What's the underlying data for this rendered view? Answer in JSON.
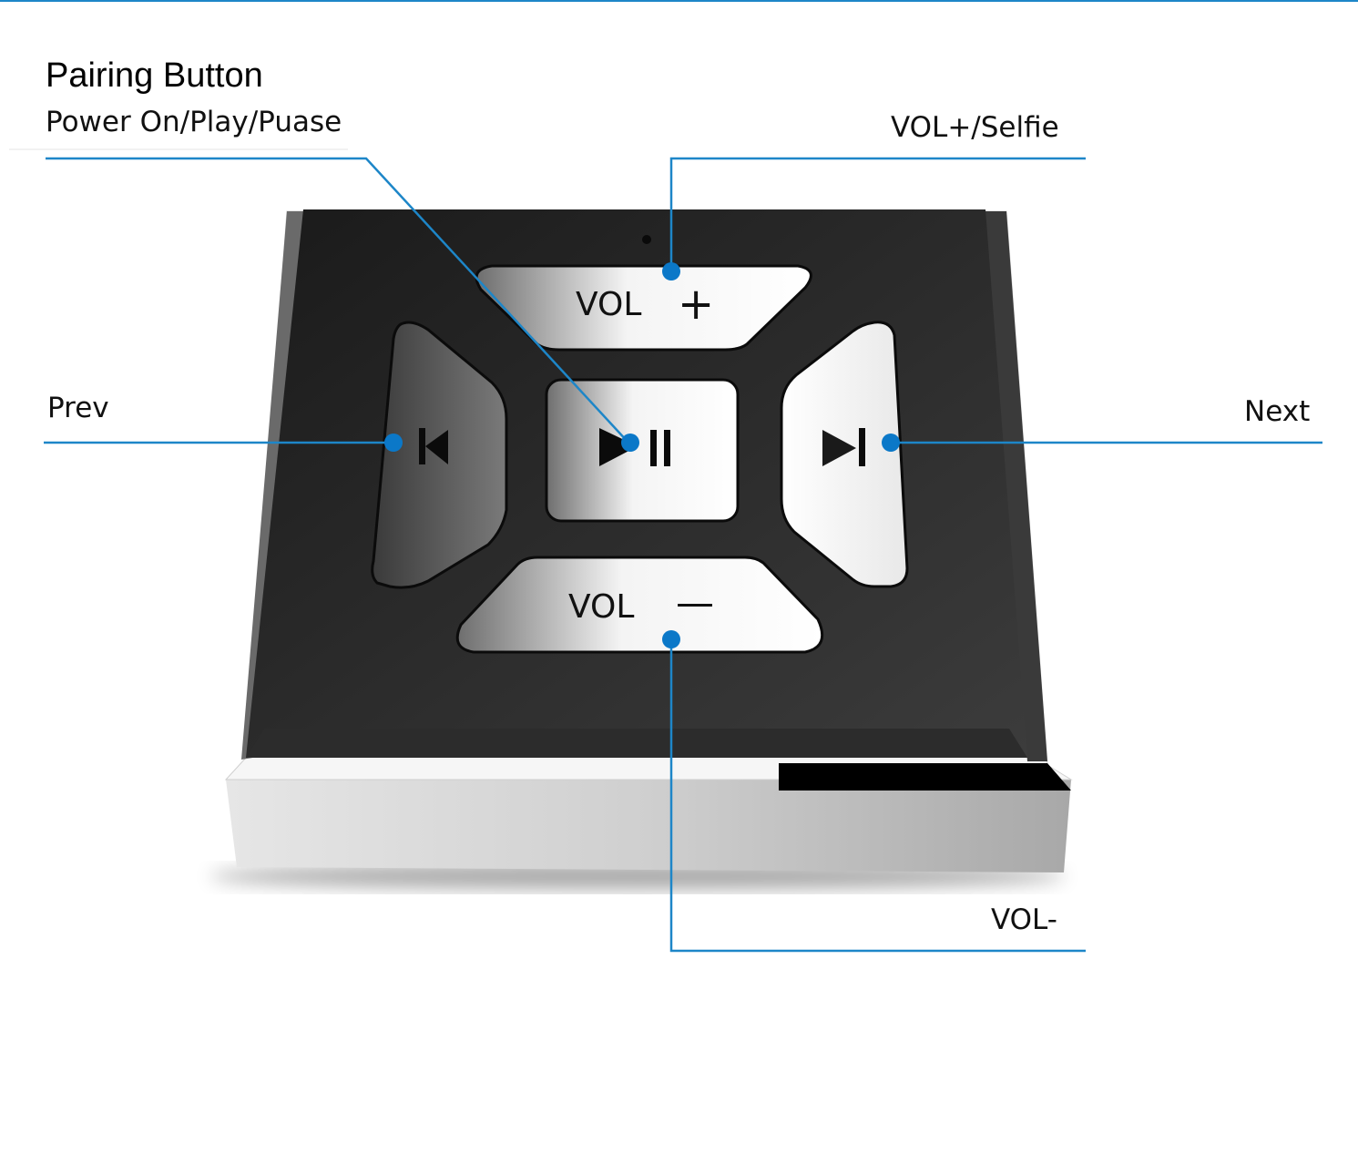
{
  "diagram": {
    "title": "Pairing Button",
    "subtitle": "Power On/Play/Puase",
    "accent_color": "#1d86c8",
    "callouts": [
      {
        "id": "play-pause",
        "label": "Power On/Play/Puase"
      },
      {
        "id": "vol-up",
        "label": "VOL+/Selfie"
      },
      {
        "id": "prev",
        "label": "Prev"
      },
      {
        "id": "next",
        "label": "Next"
      },
      {
        "id": "vol-down",
        "label": "VOL-"
      }
    ],
    "device": {
      "buttons": {
        "vol_up": {
          "text": "VOL",
          "symbol": "+"
        },
        "vol_down": {
          "text": "VOL",
          "symbol": "—"
        },
        "prev": {
          "icon": "skip-previous-icon"
        },
        "next": {
          "icon": "skip-next-icon"
        },
        "play_pause": {
          "icon": "play-pause-icon"
        }
      }
    }
  }
}
